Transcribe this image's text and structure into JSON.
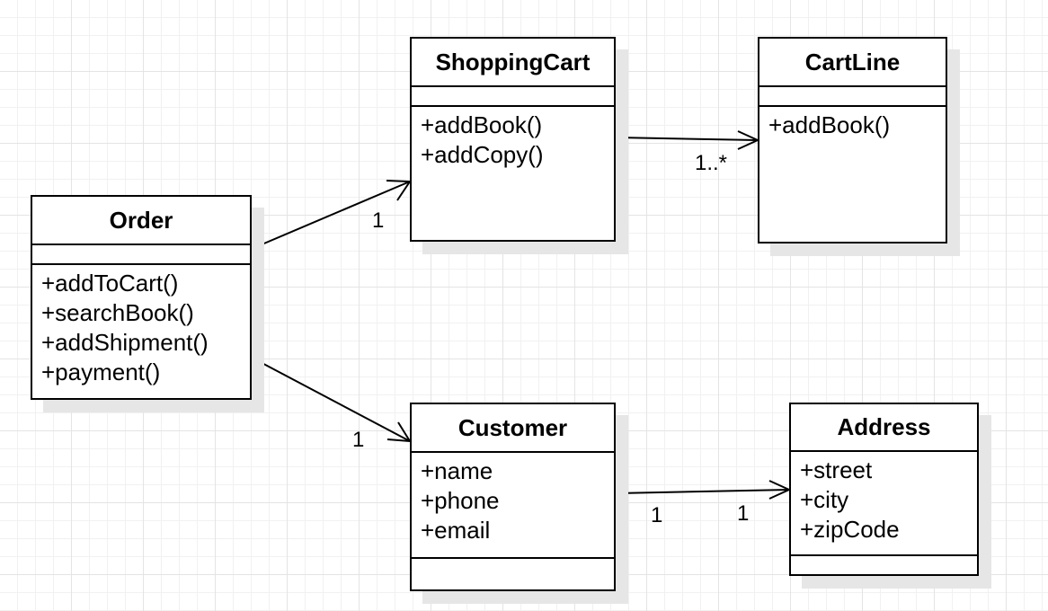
{
  "classes": {
    "shopping_cart": {
      "name": "ShoppingCart",
      "attributes": [],
      "operations": [
        "+addBook()",
        "+addCopy()"
      ]
    },
    "cart_line": {
      "name": "CartLine",
      "attributes": [],
      "operations": [
        "+addBook()"
      ]
    },
    "order": {
      "name": "Order",
      "attributes": [],
      "operations": [
        "+addToCart()",
        "+searchBook()",
        "+addShipment()",
        "+payment()"
      ]
    },
    "customer": {
      "name": "Customer",
      "attributes": [
        "+name",
        "+phone",
        "+email"
      ],
      "operations": []
    },
    "address": {
      "name": "Address",
      "attributes": [
        "+street",
        "+city",
        "+zipCode"
      ],
      "operations": []
    }
  },
  "associations": [
    {
      "from": "order",
      "to": "shopping_cart",
      "target_multiplicity": "1"
    },
    {
      "from": "shopping_cart",
      "to": "cart_line",
      "target_multiplicity": "1..*"
    },
    {
      "from": "order",
      "to": "customer",
      "target_multiplicity": "1"
    },
    {
      "from": "customer",
      "to": "address",
      "source_multiplicity": "1",
      "target_multiplicity": "1"
    }
  ]
}
